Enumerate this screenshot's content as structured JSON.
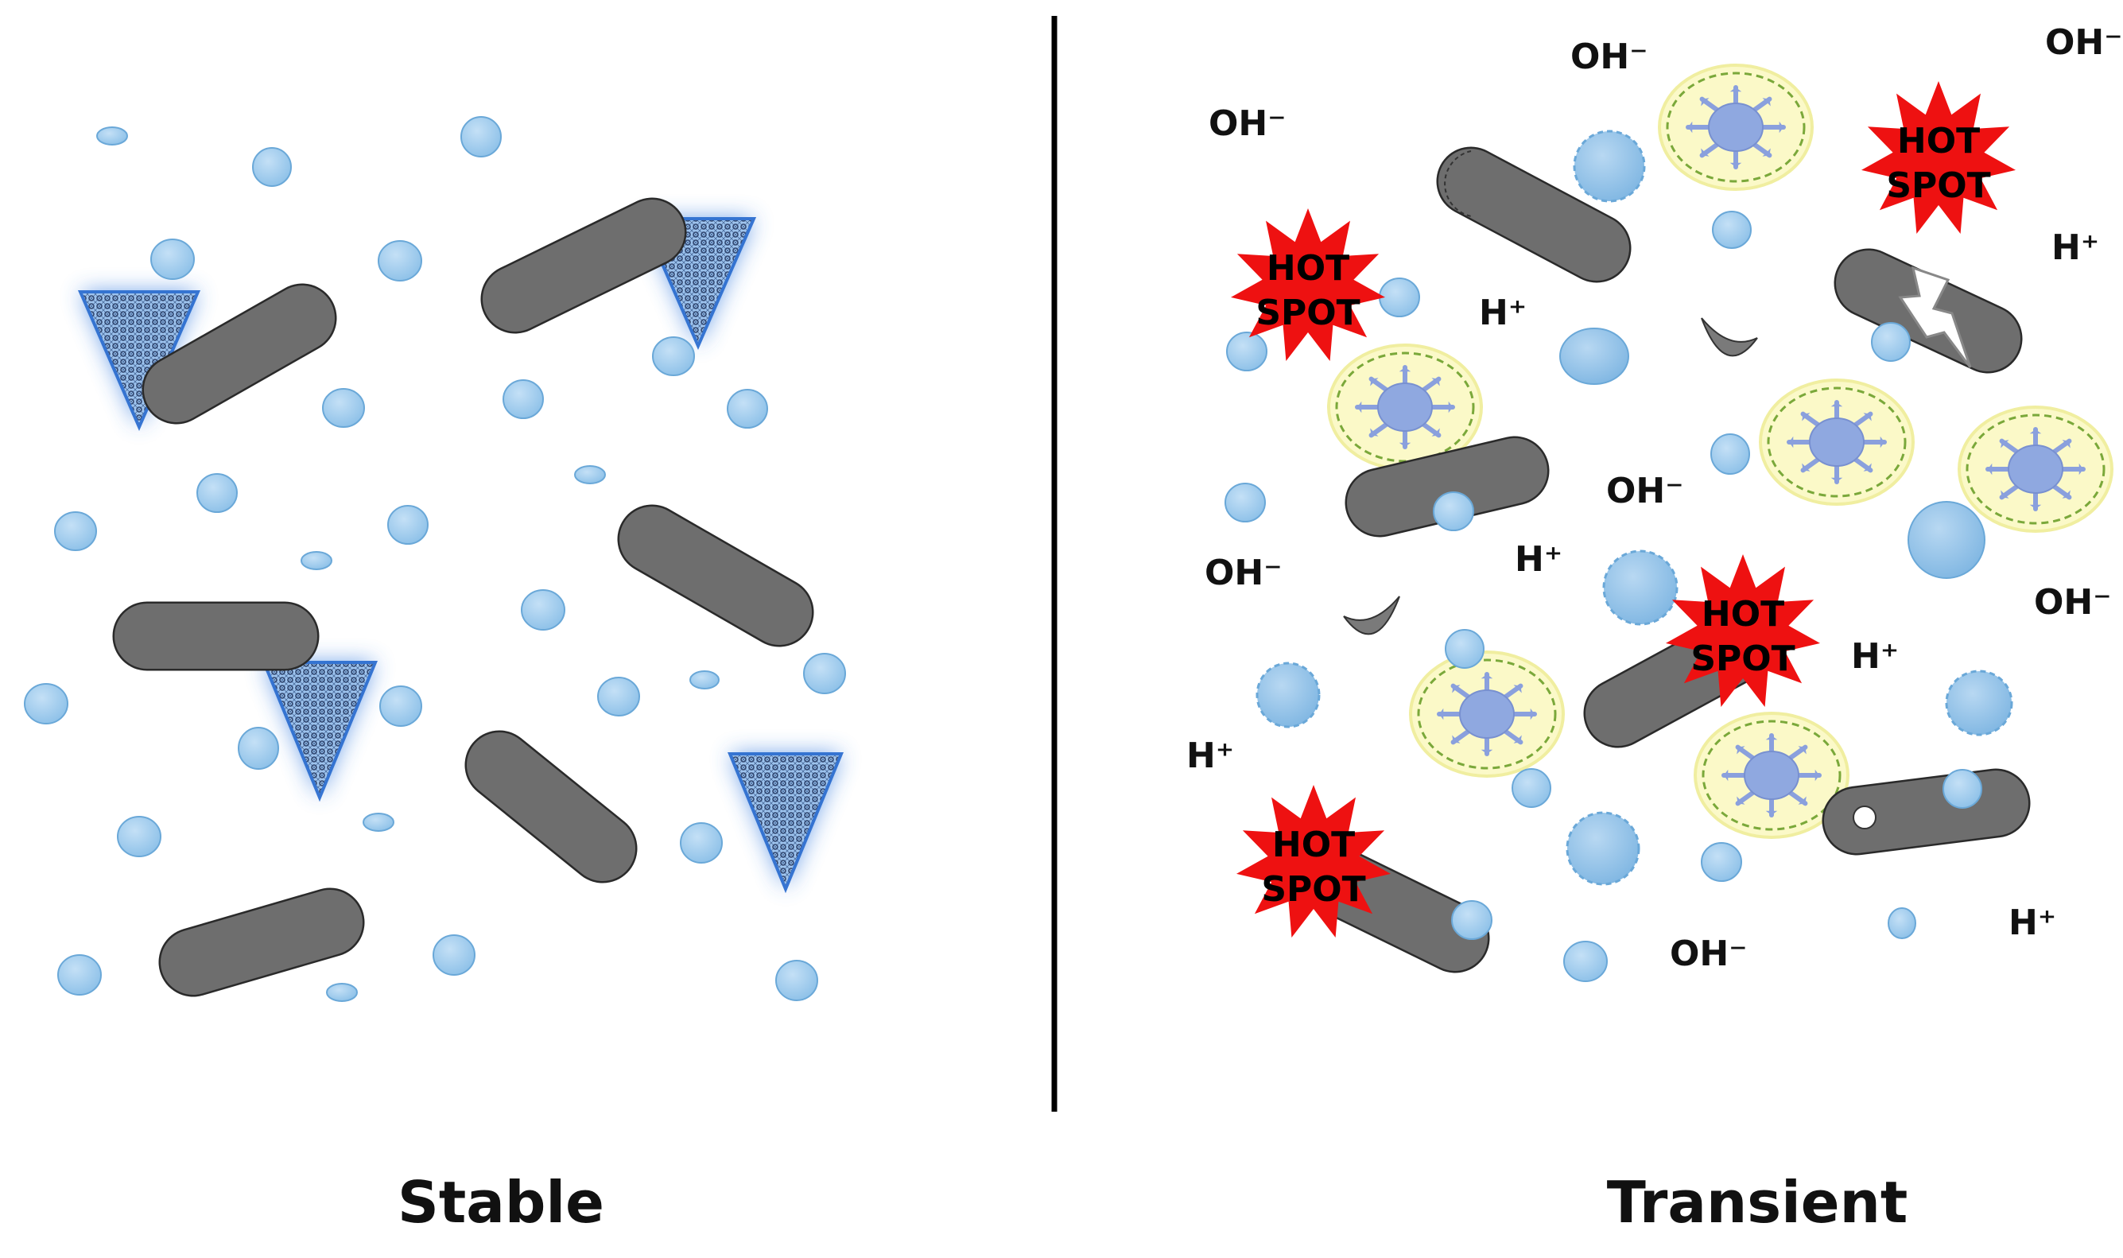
{
  "figure": {
    "panels": {
      "stable": {
        "caption": "Stable"
      },
      "transient": {
        "caption": "Transient",
        "hot_spot_lines": [
          "HOT",
          "SPOT"
        ],
        "ion_hydroxide": "OH⁻",
        "ion_proton": "H⁺"
      }
    },
    "colors": {
      "rod_fill": "#6e6e6e",
      "rod_stroke": "#2a2a2a",
      "droplet_fill": "#9ecbec",
      "droplet_stroke": "#6aa8d8",
      "hot_spot": "#ee1111",
      "glow": "#3b7fe0",
      "cell_halo": "#fbf9c8",
      "cell_ring": "#7aa83a",
      "cell_core": "#8fa8e0",
      "divider": "#000000"
    }
  }
}
